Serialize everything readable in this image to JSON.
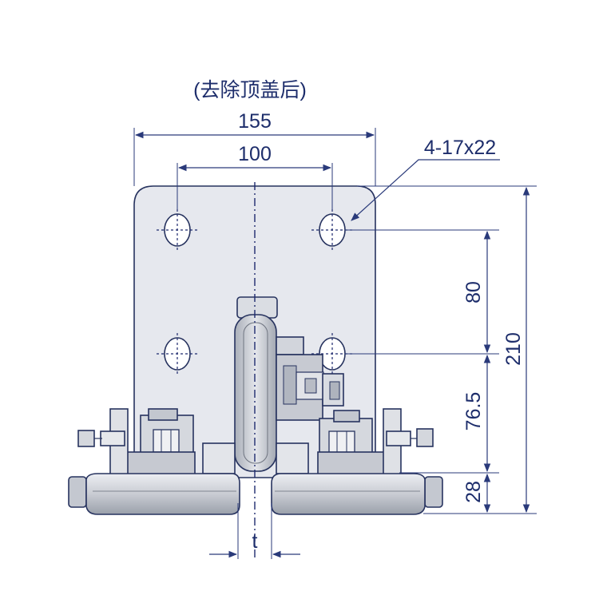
{
  "title": "(去除顶盖后)",
  "dimensions": {
    "width_overall": "155",
    "hole_spacing_h": "100",
    "hole_spec": "4-17x22",
    "hole_spacing_v": "80",
    "height_overall": "210",
    "hole_to_rail": "76.5",
    "rail_height": "28",
    "thickness": "t"
  },
  "colors": {
    "line": "#27335f",
    "plate": "#e6e8ee",
    "metal_light": "#d6d9df",
    "metal_mid": "#b9bdc6",
    "metal_dark": "#8d929d",
    "dimension": "#1d2d6b"
  }
}
